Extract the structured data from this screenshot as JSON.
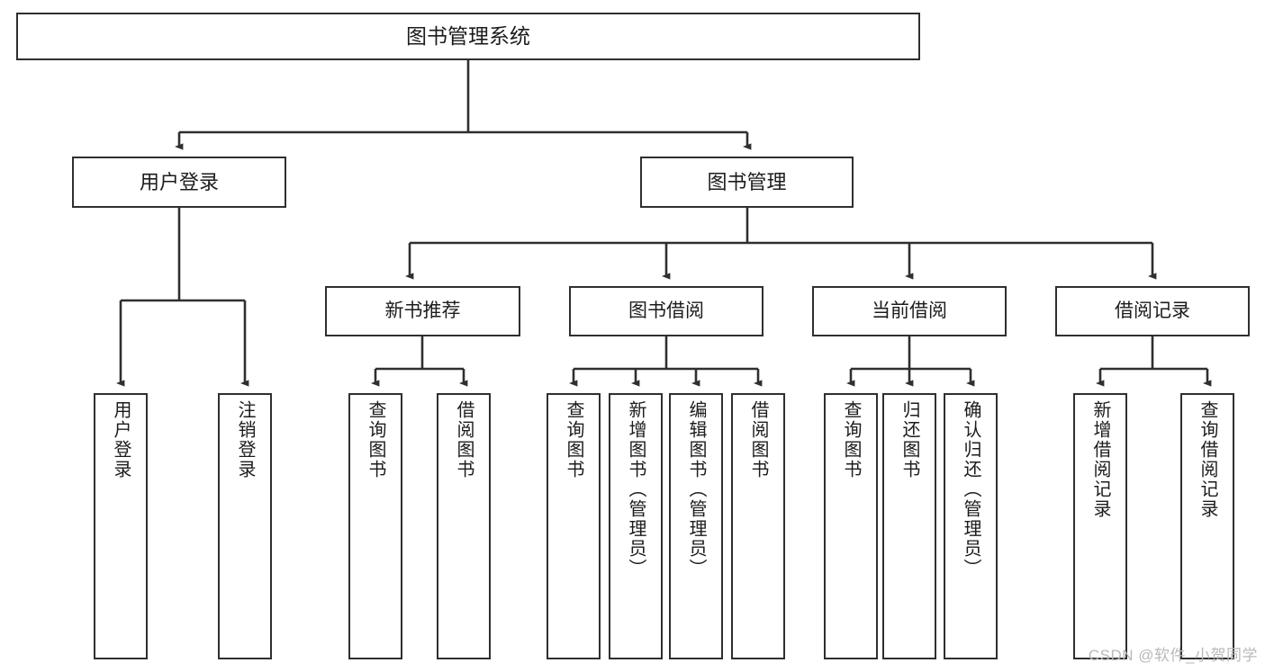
{
  "diagram": {
    "type": "tree-hierarchy-chart",
    "title": "图书管理系统",
    "stroke_color": "#2f2f2f",
    "fill_color": "#ffffff",
    "text_color": "#1c1c1c",
    "root": {
      "label": "图书管理系统"
    },
    "level2": [
      {
        "label": "用户登录"
      },
      {
        "label": "图书管理"
      }
    ],
    "level3": [
      {
        "label": "新书推荐"
      },
      {
        "label": "图书借阅"
      },
      {
        "label": "当前借阅"
      },
      {
        "label": "借阅记录"
      }
    ],
    "leaves": {
      "user_login": [
        {
          "label": "用户登录"
        },
        {
          "label": "注销登录"
        }
      ],
      "new_book": [
        {
          "label": "查询图书"
        },
        {
          "label": "借阅图书"
        }
      ],
      "book_borrow": [
        {
          "label": "查询图书"
        },
        {
          "label": "新增图书（管理员）"
        },
        {
          "label": "编辑图书（管理员）"
        },
        {
          "label": "借阅图书"
        }
      ],
      "current_borrow": [
        {
          "label": "查询图书"
        },
        {
          "label": "归还图书"
        },
        {
          "label": "确认归还（管理员）"
        }
      ],
      "borrow_record": [
        {
          "label": "新增借阅记录"
        },
        {
          "label": "查询借阅记录"
        }
      ]
    }
  },
  "watermark": {
    "text": "CSDN @软件_小贺同学"
  }
}
